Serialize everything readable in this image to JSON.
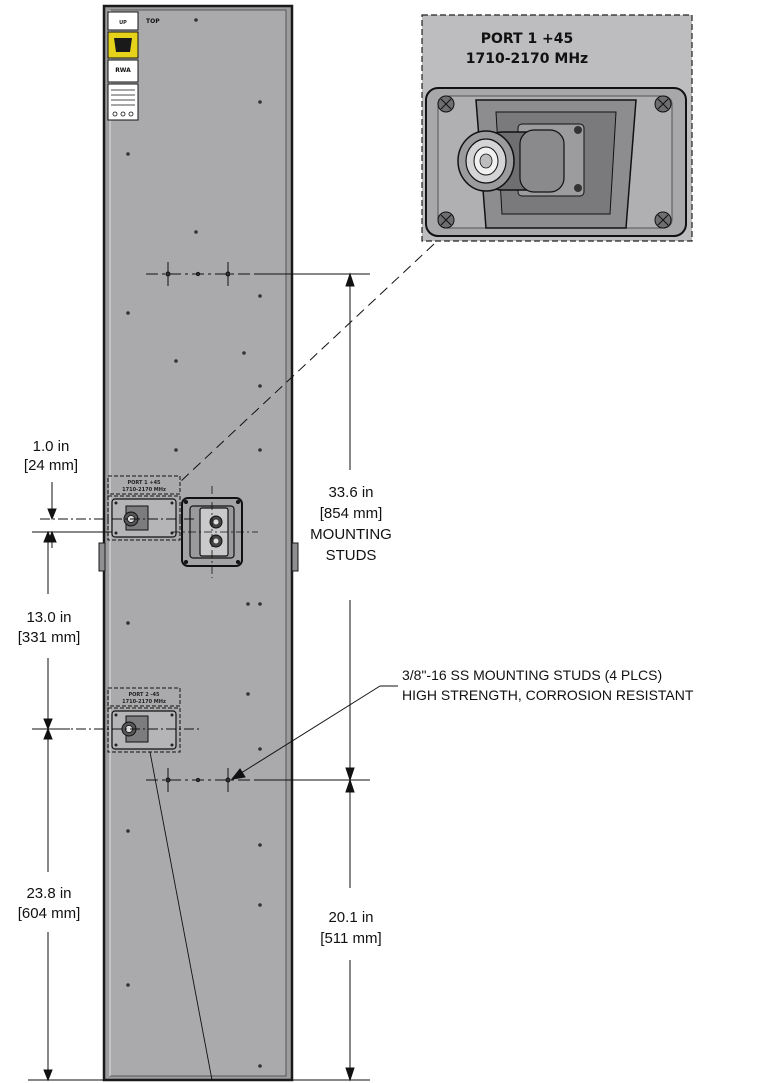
{
  "labels": {
    "top_label": "UP",
    "top_text": "TOP",
    "logo_text": "RWA",
    "callout_line1": "PORT 1 +45",
    "callout_line2": "1710-2170 MHz",
    "port1_plate_line1": "PORT 1 +45",
    "port1_plate_line2": "1710-2170 MHz",
    "port2_plate_line1": "PORT 2 -45",
    "port2_plate_line2": "1710-2170 MHz"
  },
  "dimensions": {
    "d1_in": "1.0 in",
    "d1_mm": "[24 mm]",
    "d2_in": "13.0 in",
    "d2_mm": "[331 mm]",
    "d3_in": "23.8 in",
    "d3_mm": "[604 mm]",
    "d4_in": "33.6 in",
    "d4_mm": "[854 mm]",
    "d4_note1": "MOUNTING",
    "d4_note2": "STUDS",
    "d5_in": "20.1 in",
    "d5_mm": "[511 mm]"
  },
  "notes": {
    "studs_line1": "3/8\"-16 SS MOUNTING STUDS (4 PLCS)",
    "studs_line2": "HIGH STRENGTH, CORROSION RESISTANT"
  },
  "colors": {
    "panel_fill": "#a9a9ab",
    "panel_stroke": "#1a1a1a",
    "callout_bg": "#bdbdbf",
    "line": "#111111",
    "label_yellow": "#e7d21b"
  }
}
